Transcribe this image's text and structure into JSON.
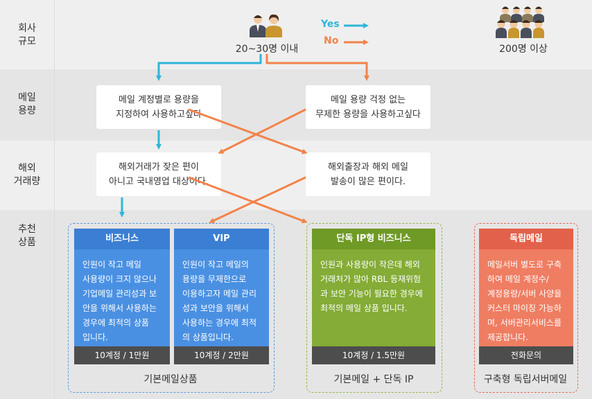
{
  "rows": [
    {
      "label": "회사\n규모"
    },
    {
      "label": "메일\n용량"
    },
    {
      "label": "해외\n거래량"
    },
    {
      "label": "추천\n상품"
    }
  ],
  "company_size": {
    "small": "20~30명 이내",
    "large": "200명 이상"
  },
  "legend": {
    "yes": "Yes",
    "no": "No",
    "yes_color": "#2fb6d9",
    "no_color": "#f2834a"
  },
  "capacity": {
    "left": "메일 계정별로 용량을\n지정하여 사용하고싶다",
    "right": "메일 용량 걱정 없는\n무제한 용량을 사용하고싶다"
  },
  "overseas": {
    "left": "해외거래가 잦은 편이\n아니고 국내영업 대상이다.",
    "right": "해외출장과 해외 메일\n발송이 많은 편이다."
  },
  "products": [
    {
      "title": "비즈니스",
      "desc": "인원이 작고 메일\n사용량이 크지 않으나\n기업메일 관리성과 보\n안을 위해서 사용하는\n경우에 최적의 상품\n입니다.",
      "price": "10계정 / 1만원",
      "header_color": "#3a7fd4",
      "body_color": "#4a90e2"
    },
    {
      "title": "VIP",
      "desc": "인원이 작고 메일의\n용량을 무제한으로\n이용하고자 메일 관리\n성과 보안을 위해서\n사용하는 경우에 최적\n의 상품입니다.",
      "price": "10계정 / 2만원",
      "header_color": "#3a7fd4",
      "body_color": "#4a90e2"
    },
    {
      "title": "단독 IP형 비즈니스",
      "desc": "인원과 사용량이 작은데 해외\n거래처가 많아 RBL 등재위험\n과 보안 기능이 필요한 경우에\n최적의 메일 상품 입니다.",
      "price": "10계정 / 1.5만원",
      "header_color": "#6f9a25",
      "body_color": "#84ac36"
    },
    {
      "title": "독립메일",
      "desc": "메일서버 별도로 구축\n하여 메일 계정수/\n계정용량/서버 사양을\n커스터 마이징 가능하\n며, 서버관리서비스를\n제공합니다.",
      "price": "전화문의",
      "header_color": "#e2614a",
      "body_color": "#ef7d62"
    }
  ],
  "groups": {
    "basic": "기본메일상품",
    "basic_ip": "기본메일 + 단독 IP",
    "dedicated": "구축형 독립서버메일"
  }
}
